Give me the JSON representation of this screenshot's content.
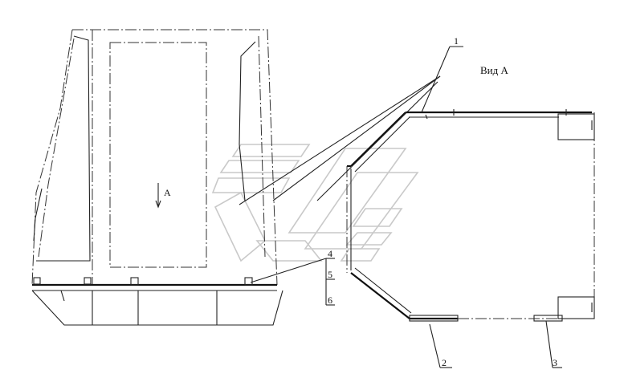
{
  "view_title": "Вид А",
  "arrow_label": "A",
  "callouts": [
    "1",
    "2",
    "3",
    "4",
    "5",
    "6"
  ]
}
